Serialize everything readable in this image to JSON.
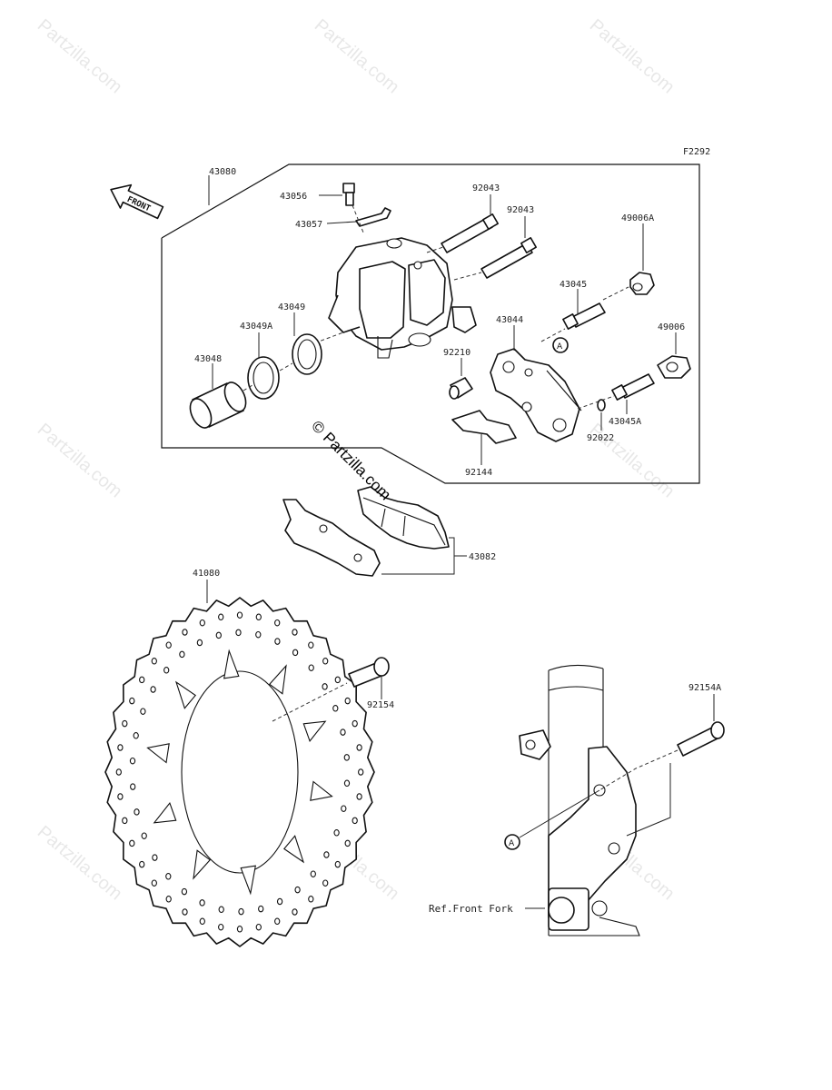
{
  "figure_code": "F2292",
  "direction_label": "FRONT",
  "reference_label": "Ref.Front Fork",
  "callout_marker": "A",
  "watermark": {
    "text": "Partzilla.com",
    "symbol": "©"
  },
  "parts": {
    "p43080": "43080",
    "p43056": "43056",
    "p43057": "43057",
    "p92043a": "92043",
    "p92043b": "92043",
    "p49006A": "49006A",
    "p43045": "43045",
    "p43049": "43049",
    "p43049A": "43049A",
    "p43044": "43044",
    "p49006": "49006",
    "p43048": "43048",
    "p92210": "92210",
    "p43045A": "43045A",
    "p92022": "92022",
    "p92144": "92144",
    "p43082": "43082",
    "p41080": "41080",
    "p92154": "92154",
    "p92154A": "92154A"
  }
}
